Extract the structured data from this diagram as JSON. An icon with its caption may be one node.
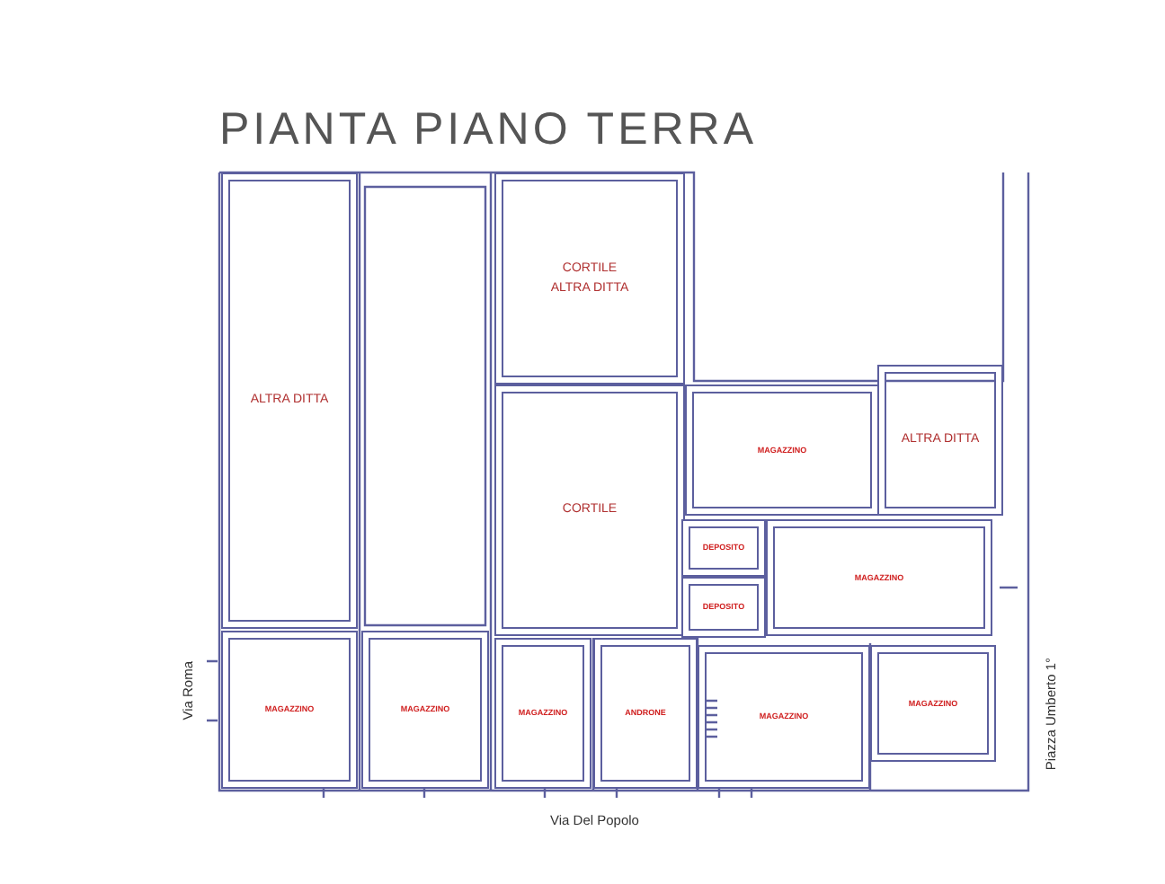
{
  "diagram": {
    "title": "PIANTA PIANO TERRA",
    "nodes": [
      {
        "text": [
          "CORTILE ALTRA DITTA"
        ]
      },
      {
        "text": [
          "ALTRA DITTA"
        ]
      },
      {
        "text": [
          "CORTILE"
        ]
      },
      {
        "text": [
          "MAGAZZINO"
        ]
      },
      {
        "text": [
          "ALTRA DITTA"
        ]
      },
      {
        "text": [
          "DEPOSITO"
        ]
      },
      {
        "text": [
          "DEPOSITO"
        ]
      },
      {
        "text": [
          "MAGAZZINO"
        ]
      },
      {
        "text": [
          "MAGAZZINO"
        ]
      },
      {
        "text": [
          "MAGAZZINO"
        ]
      },
      {
        "text": [
          "MAGAZZINO"
        ]
      },
      {
        "text": [
          "ANDRONE"
        ]
      },
      {
        "text": [
          "MAGAZZINO"
        ]
      },
      {
        "text": [
          "MAGAZZINO"
        ]
      }
    ],
    "labels": [
      "Via Roma",
      "Via Del Popolo",
      "Piazza Umberto 1°"
    ]
  }
}
